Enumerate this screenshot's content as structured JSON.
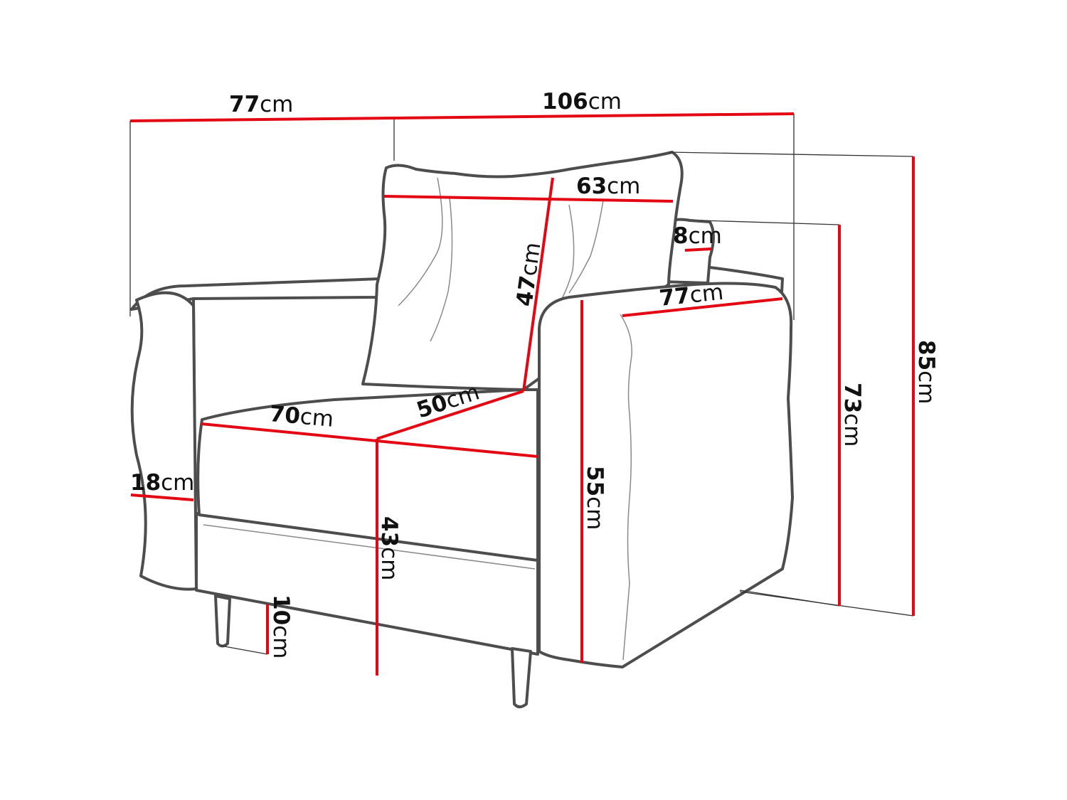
{
  "colors": {
    "dimension_line": "#e30613",
    "outline": "#4d4d4d",
    "text": "#111111"
  },
  "dimensions": {
    "armrest_depth": {
      "value": "77",
      "unit": "cm"
    },
    "overall_width": {
      "value": "106",
      "unit": "cm"
    },
    "cushion_width": {
      "value": "63",
      "unit": "cm"
    },
    "armrest_width_small": {
      "value": "8",
      "unit": "cm"
    },
    "armrest_length": {
      "value": "77",
      "unit": "cm"
    },
    "cushion_height": {
      "value": "47",
      "unit": "cm"
    },
    "seat_depth": {
      "value": "50",
      "unit": "cm"
    },
    "seat_width": {
      "value": "70",
      "unit": "cm"
    },
    "armrest_thickness": {
      "value": "18",
      "unit": "cm"
    },
    "seat_height": {
      "value": "43",
      "unit": "cm"
    },
    "leg_height": {
      "value": "10",
      "unit": "cm"
    },
    "armrest_height": {
      "value": "55",
      "unit": "cm"
    },
    "back_height": {
      "value": "73",
      "unit": "cm"
    },
    "overall_height": {
      "value": "85",
      "unit": "cm"
    }
  }
}
